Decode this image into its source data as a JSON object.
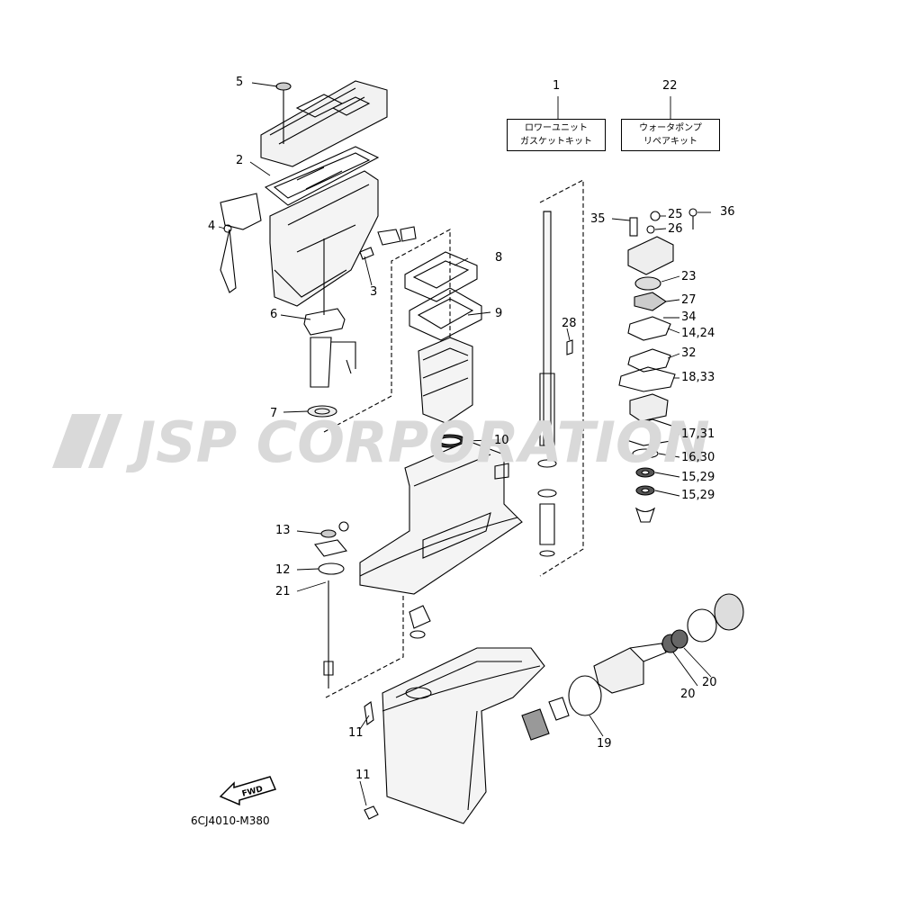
{
  "kits": {
    "lower_unit_gasket_kit": {
      "callout": "1",
      "line1": "ロワーユニット",
      "line2": "ガスケットキット"
    },
    "water_pump_repair_kit": {
      "callout": "22",
      "line1": "ウォータポンプ",
      "line2": "リペアキット"
    }
  },
  "callouts": {
    "c2": "2",
    "c3": "3",
    "c4": "4",
    "c5": "5",
    "c6": "6",
    "c7": "7",
    "c8": "8",
    "c9": "9",
    "c10": "10",
    "c11a": "11",
    "c11b": "11",
    "c12": "12",
    "c13": "13",
    "c19": "19",
    "c20a": "20",
    "c20b": "20",
    "c21": "21",
    "c23": "23",
    "c25": "25",
    "c26": "26",
    "c27": "27",
    "c28": "28",
    "c32": "32",
    "c34": "34",
    "c35": "35",
    "c36": "36",
    "c14_24": "14,24",
    "c18_33": "18,33",
    "c17_31": "17,31",
    "c16_30": "16,30",
    "c15_29a": "15,29",
    "c15_29b": "15,29"
  },
  "drawing_code": "6CJ4010-M380",
  "fwd_label": "FWD",
  "watermark": "JSP CORPORATION"
}
